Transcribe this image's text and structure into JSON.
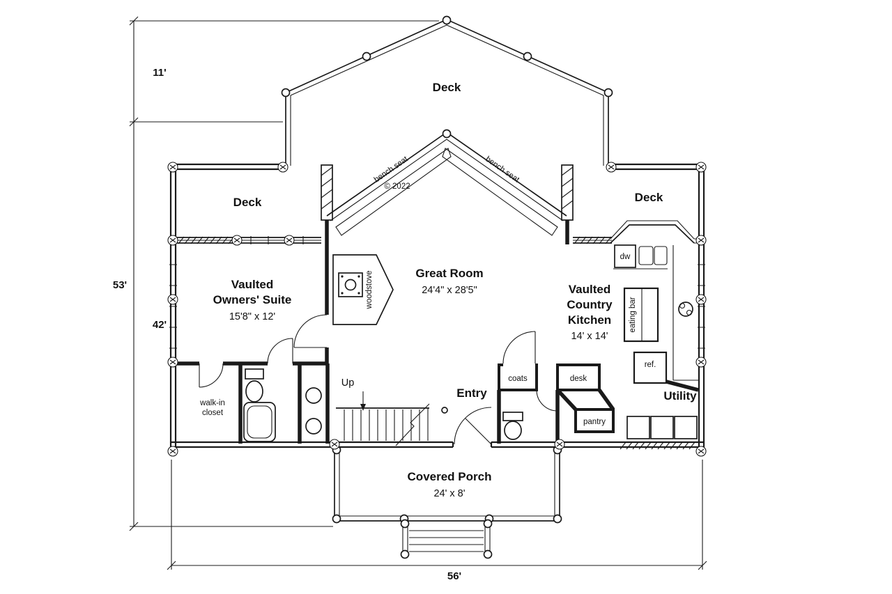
{
  "plan": {
    "paper_color": "#ffffff",
    "ink_color": "#1a1a1a",
    "copyright": "© 2022",
    "dimensions": {
      "left_upper": "11'",
      "left_total": "53'",
      "left_lower": "42'",
      "bottom_width": "56'"
    },
    "decks": {
      "top": "Deck",
      "left": "Deck",
      "right": "Deck"
    },
    "rooms": {
      "great_room": {
        "name": "Great Room",
        "size": "24'4\" x 28'5\""
      },
      "owners_suite": {
        "line1": "Vaulted",
        "line2": "Owners' Suite",
        "size": "15'8\" x 12'"
      },
      "kitchen": {
        "line1": "Vaulted",
        "line2": "Country",
        "line3": "Kitchen",
        "size": "14' x 14'"
      },
      "covered_porch": {
        "name": "Covered Porch",
        "size": "24' x 8'"
      },
      "entry": {
        "name": "Entry"
      },
      "utility": {
        "name": "Utility"
      },
      "walk_in_closet": {
        "line1": "walk-in",
        "line2": "closet"
      }
    },
    "features": {
      "up": "Up",
      "coats": "coats",
      "desk": "desk",
      "pantry": "pantry",
      "woodstove": "woodstove",
      "eating_bar": "eating bar",
      "dishwasher": "dw",
      "refrigerator": "ref.",
      "bench_seat_left": "bench seat",
      "bench_seat_right": "bench seat"
    }
  }
}
